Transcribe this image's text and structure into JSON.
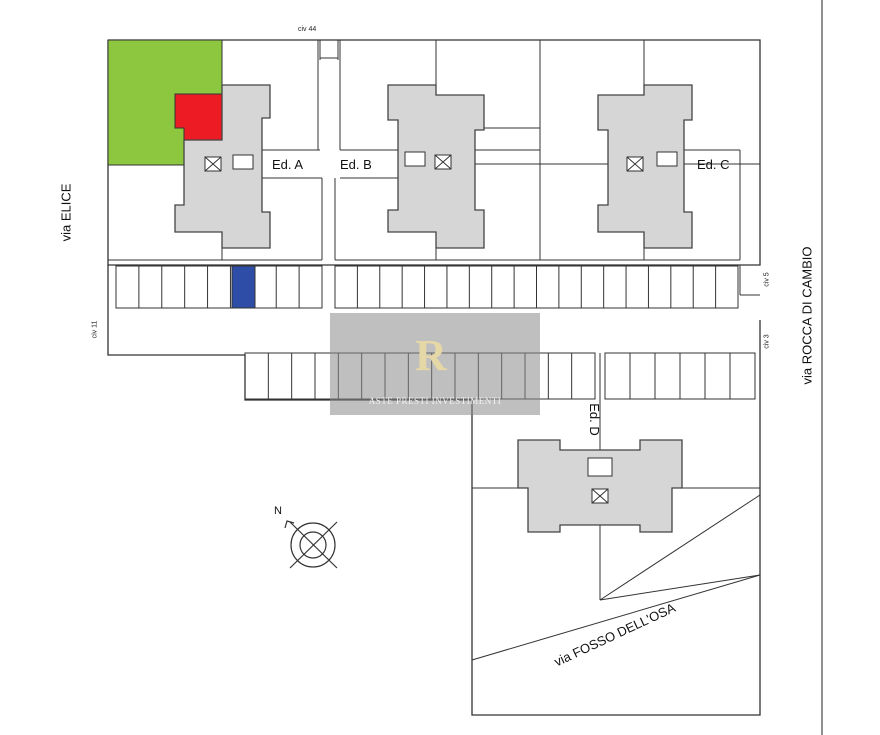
{
  "buildings": {
    "a": "Ed. A",
    "b": "Ed. B",
    "c": "Ed. C",
    "d": "Ed. D"
  },
  "streets": {
    "elice": "via ELICE",
    "rocca": "via ROCCA DI CAMBIO",
    "osa": "via FOSSO DELL'OSA"
  },
  "civics": {
    "c44": "civ 44",
    "c11": "civ 11",
    "c5": "civ 5",
    "c3": "civ 3"
  },
  "compass": {
    "north": "N"
  },
  "watermark": {
    "logo": "R",
    "text": "ASTE PRESTI INVESTIMENTI"
  },
  "colors": {
    "green_plot": "#8dc63f",
    "red_unit": "#ed1c24",
    "blue_parking": "#2e4da7",
    "building_fill": "#d6d6d6",
    "watermark_band": "#8a8a8a"
  }
}
